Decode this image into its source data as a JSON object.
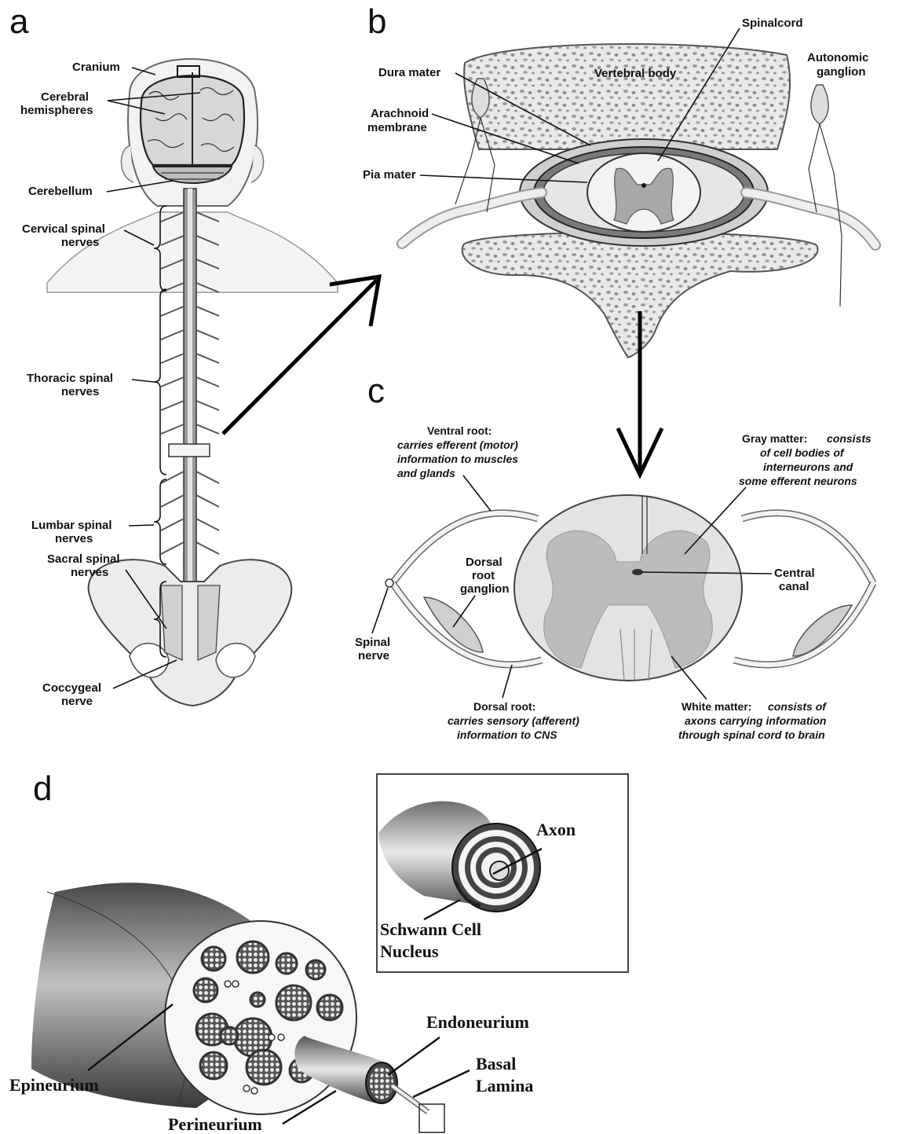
{
  "panels": {
    "a": "a",
    "b": "b",
    "c": "c",
    "d": "d"
  },
  "panel_a": {
    "cranium": "Cranium",
    "cerebral_1": "Cerebral",
    "cerebral_2": "hemispheres",
    "cerebellum": "Cerebellum",
    "cervical_1": "Cervical spinal",
    "cervical_2": "nerves",
    "thoracic_1": "Thoracic spinal",
    "thoracic_2": "nerves",
    "lumbar_1": "Lumbar spinal",
    "lumbar_2": "nerves",
    "sacral_1": "Sacral spinal",
    "sacral_2": "nerves",
    "coccygeal_1": "Coccygeal",
    "coccygeal_2": "nerve"
  },
  "panel_b": {
    "dura": "Dura mater",
    "arachnoid_1": "Arachnoid",
    "arachnoid_2": "membrane",
    "pia": "Pia mater",
    "vertebral_body": "Vertebral body",
    "spinalcord": "Spinalcord",
    "autonomic_1": "Autonomic",
    "autonomic_2": "ganglion"
  },
  "panel_c": {
    "ventral_head": "Ventral root:",
    "ventral_1": "carries efferent (motor)",
    "ventral_2": "information to muscles",
    "ventral_3": "and glands",
    "gray_head": "Gray matter:",
    "gray_1": "consists",
    "gray_2": "of cell bodies of",
    "gray_3": "interneurons and",
    "gray_4": "some efferent neurons",
    "drg_1": "Dorsal",
    "drg_2": "root",
    "drg_3": "ganglion",
    "central_1": "Central",
    "central_2": "canal",
    "spinal_nerve_1": "Spinal",
    "spinal_nerve_2": "nerve",
    "dorsal_head": "Dorsal root:",
    "dorsal_1": "carries sensory (afferent)",
    "dorsal_2": "information to CNS",
    "white_head": "White matter:",
    "white_1": "consists of",
    "white_2": "axons carrying information",
    "white_3": "through spinal cord to brain"
  },
  "panel_d": {
    "axon": "Axon",
    "schwann_1": "Schwann Cell",
    "schwann_2": "Nucleus",
    "endoneurium": "Endoneurium",
    "basal_1": "Basal",
    "basal_2": "Lamina",
    "epineurium": "Epineurium",
    "perineurium": "Perineurium"
  }
}
